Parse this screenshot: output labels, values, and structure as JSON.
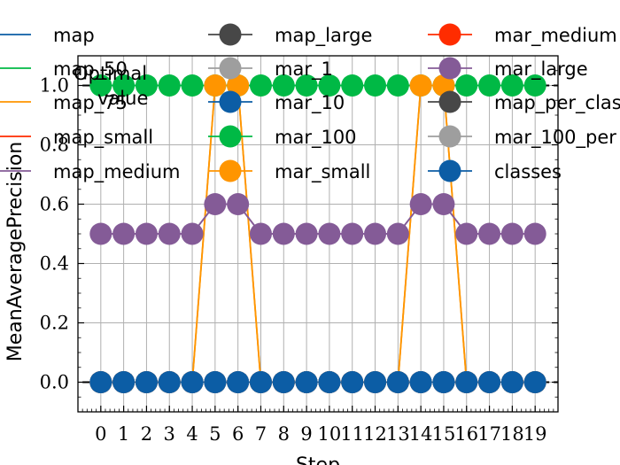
{
  "chart_data": {
    "type": "line",
    "title": "",
    "xlabel": "Step",
    "ylabel": "MeanAveragePrecision",
    "x": [
      0,
      1,
      2,
      3,
      4,
      5,
      6,
      7,
      8,
      9,
      10,
      11,
      12,
      13,
      14,
      15,
      16,
      17,
      18,
      19
    ],
    "xlim": [
      -1,
      20
    ],
    "ylim": [
      -0.1,
      1.1
    ],
    "yticks": [
      "0.0",
      "0.2",
      "0.4",
      "0.6",
      "0.8",
      "1.0"
    ],
    "grid": true,
    "legend_placement": "top",
    "colors": {
      "map": "#0C5DA5",
      "map_50": "#00B945",
      "map_75": "#FF9500",
      "map_small": "#FF2C00",
      "map_medium": "#845B97",
      "map_large": "#474747",
      "mar_1": "#9E9E9E",
      "reference": "#000000"
    },
    "reference_lines": [
      {
        "name": "Optimal",
        "y": 1.0,
        "style": "dashed"
      },
      {
        "name": "value",
        "y": 0.0,
        "style": "dashed"
      }
    ],
    "series": [
      {
        "name": "map",
        "color": "#0C5DA5",
        "marker": false,
        "values": [
          0,
          0,
          0,
          0,
          0,
          0,
          0,
          0,
          0,
          0,
          0,
          0,
          0,
          0,
          0,
          0,
          0,
          0,
          0,
          0
        ]
      },
      {
        "name": "map_50",
        "color": "#00B945",
        "marker": false,
        "values": [
          1,
          1,
          1,
          1,
          1,
          1,
          1,
          1,
          1,
          1,
          1,
          1,
          1,
          1,
          1,
          1,
          1,
          1,
          1,
          1
        ]
      },
      {
        "name": "map_75",
        "color": "#FF9500",
        "marker": false,
        "values": [
          0,
          0,
          0,
          0,
          0,
          1,
          1,
          0,
          0,
          0,
          0,
          0,
          0,
          0,
          1,
          1,
          0,
          0,
          0,
          0
        ]
      },
      {
        "name": "map_small",
        "color": "#FF2C00",
        "marker": false,
        "values": [
          0,
          0,
          0,
          0,
          0,
          0,
          0,
          0,
          0,
          0,
          0,
          0,
          0,
          0,
          0,
          0,
          0,
          0,
          0,
          0
        ]
      },
      {
        "name": "map_medium",
        "color": "#845B97",
        "marker": false,
        "values": [
          0.5,
          0.5,
          0.5,
          0.5,
          0.5,
          0.6,
          0.6,
          0.5,
          0.5,
          0.5,
          0.5,
          0.5,
          0.5,
          0.5,
          0.6,
          0.6,
          0.5,
          0.5,
          0.5,
          0.5
        ]
      },
      {
        "name": "map_large",
        "color": "#474747",
        "marker": true,
        "values": [
          0,
          0,
          0,
          0,
          0,
          0,
          0,
          0,
          0,
          0,
          0,
          0,
          0,
          0,
          0,
          0,
          0,
          0,
          0,
          0
        ]
      },
      {
        "name": "mar_1",
        "color": "#9E9E9E",
        "marker": true,
        "values": [
          0,
          0,
          0,
          0,
          0,
          0,
          0,
          0,
          0,
          0,
          0,
          0,
          0,
          0,
          0,
          0,
          0,
          0,
          0,
          0
        ]
      },
      {
        "name": "mar_10",
        "color": "#0C5DA5",
        "marker": true,
        "values": [
          0,
          0,
          0,
          0,
          0,
          0,
          0,
          0,
          0,
          0,
          0,
          0,
          0,
          0,
          0,
          0,
          0,
          0,
          0,
          0
        ]
      },
      {
        "name": "mar_100",
        "color": "#00B945",
        "marker": true,
        "values": [
          1,
          1,
          1,
          1,
          1,
          1,
          1,
          1,
          1,
          1,
          1,
          1,
          1,
          1,
          1,
          1,
          1,
          1,
          1,
          1
        ]
      },
      {
        "name": "mar_small",
        "color": "#FF9500",
        "marker": true,
        "values": [
          0,
          0,
          0,
          0,
          0,
          1,
          1,
          0,
          0,
          0,
          0,
          0,
          0,
          0,
          1,
          1,
          0,
          0,
          0,
          0
        ]
      },
      {
        "name": "mar_medium",
        "color": "#FF2C00",
        "marker": true,
        "values": [
          0,
          0,
          0,
          0,
          0,
          0,
          0,
          0,
          0,
          0,
          0,
          0,
          0,
          0,
          0,
          0,
          0,
          0,
          0,
          0
        ]
      },
      {
        "name": "mar_large",
        "color": "#845B97",
        "marker": true,
        "values": [
          0.5,
          0.5,
          0.5,
          0.5,
          0.5,
          0.6,
          0.6,
          0.5,
          0.5,
          0.5,
          0.5,
          0.5,
          0.5,
          0.5,
          0.6,
          0.6,
          0.5,
          0.5,
          0.5,
          0.5
        ]
      },
      {
        "name": "map_per_clas",
        "color": "#474747",
        "marker": true,
        "values": [
          0,
          0,
          0,
          0,
          0,
          0,
          0,
          0,
          0,
          0,
          0,
          0,
          0,
          0,
          0,
          0,
          0,
          0,
          0,
          0
        ]
      },
      {
        "name": "mar_100_per",
        "color": "#9E9E9E",
        "marker": true,
        "values": [
          0,
          0,
          0,
          0,
          0,
          0,
          0,
          0,
          0,
          0,
          0,
          0,
          0,
          0,
          0,
          0,
          0,
          0,
          0,
          0
        ]
      },
      {
        "name": "classes",
        "color": "#0C5DA5",
        "marker": true,
        "values": [
          0,
          0,
          0,
          0,
          0,
          0,
          0,
          0,
          0,
          0,
          0,
          0,
          0,
          0,
          0,
          0,
          0,
          0,
          0,
          0
        ]
      }
    ],
    "legend": {
      "columns": [
        [
          {
            "label": "map",
            "color": "#0C5DA5",
            "marker": false
          },
          {
            "label": "map_50",
            "color": "#00B945",
            "marker": false
          },
          {
            "label": "map_75",
            "color": "#FF9500",
            "marker": false
          },
          {
            "label": "map_small",
            "color": "#FF2C00",
            "marker": false
          },
          {
            "label": "map_medium",
            "color": "#845B97",
            "marker": false
          }
        ],
        [
          {
            "label": "map_large",
            "color": "#474747",
            "marker": true
          },
          {
            "label": "mar_1",
            "color": "#9E9E9E",
            "marker": true
          },
          {
            "label": "mar_10",
            "color": "#0C5DA5",
            "marker": true
          },
          {
            "label": "mar_100",
            "color": "#00B945",
            "marker": true
          },
          {
            "label": "mar_small",
            "color": "#FF9500",
            "marker": true
          }
        ],
        [
          {
            "label": "mar_medium",
            "color": "#FF2C00",
            "marker": true
          },
          {
            "label": "mar_large",
            "color": "#845B97",
            "marker": true
          },
          {
            "label": "map_per_clas",
            "color": "#474747",
            "marker": true
          },
          {
            "label": "mar_100_per",
            "color": "#9E9E9E",
            "marker": true
          },
          {
            "label": "classes",
            "color": "#0C5DA5",
            "marker": true
          }
        ]
      ],
      "reference_entries": [
        {
          "label": "Optimal"
        },
        {
          "label": "value"
        }
      ]
    }
  }
}
